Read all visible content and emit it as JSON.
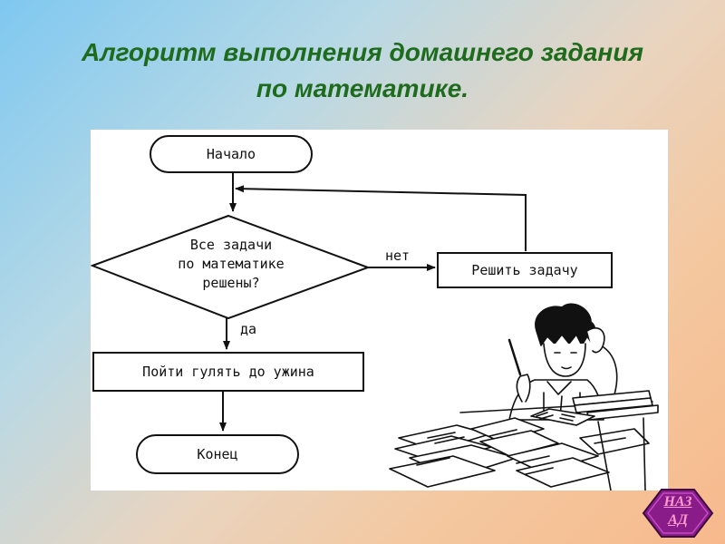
{
  "slide": {
    "title_line1": "Алгоритм выполнения домашнего задания",
    "title_line2": "по математике."
  },
  "flowchart": {
    "start": "Начало",
    "decision_line1": "Все задачи",
    "decision_line2": "по математике",
    "decision_line3": "решены?",
    "no_label": "нет",
    "yes_label": "да",
    "solve": "Решить задачу",
    "walk": "Пойти гулять до ужина",
    "end": "Конец"
  },
  "illustration": "boy-doing-homework",
  "nav": {
    "back_line1": "НАЗ",
    "back_line2": "АД",
    "back_color": "#8a1c8a"
  },
  "colors": {
    "title": "#1e6b1e"
  }
}
